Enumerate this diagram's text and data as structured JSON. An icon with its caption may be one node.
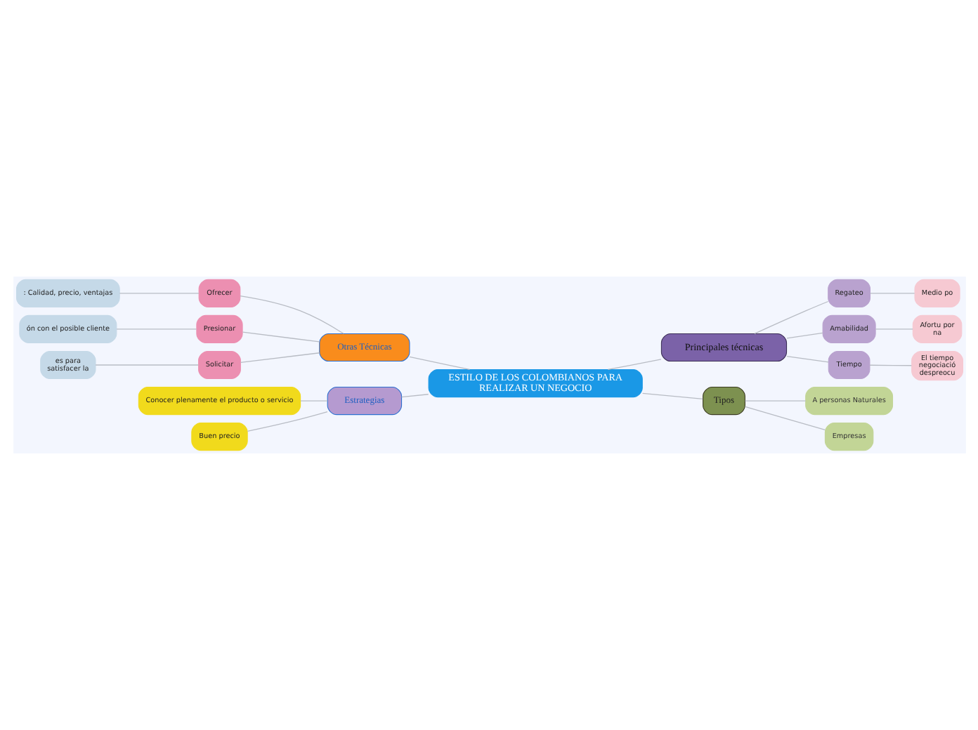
{
  "diagram": {
    "nodes": [
      {
        "text": [
          "ESTILO DE LOS COLOMBIANOS PARA REALIZAR UN NEGOCIO"
        ]
      },
      {
        "text": [
          "Principales técnicas"
        ]
      },
      {
        "text": [
          "Regateo"
        ]
      },
      {
        "text": [
          "Medio po"
        ]
      },
      {
        "text": [
          "Amabilidad"
        ]
      },
      {
        "text": [
          "Afortu por na"
        ]
      },
      {
        "text": [
          "Tiempo"
        ]
      },
      {
        "text": [
          "El tiempo negociació despreocu"
        ]
      },
      {
        "text": [
          "Tipos"
        ]
      },
      {
        "text": [
          "A personas Naturales"
        ]
      },
      {
        "text": [
          "Empresas"
        ]
      },
      {
        "text": [
          "Otras Técnicas"
        ]
      },
      {
        "text": [
          "Ofrecer"
        ]
      },
      {
        "text": [
          ": Calidad, precio, ventajas"
        ]
      },
      {
        "text": [
          "Presionar"
        ]
      },
      {
        "text": [
          "ón con el posible cliente"
        ]
      },
      {
        "text": [
          "Solicitar"
        ]
      },
      {
        "text": [
          "es para satisfacer la"
        ]
      },
      {
        "text": [
          "Estrategias"
        ]
      },
      {
        "text": [
          "Conocer plenamente el producto o servicio"
        ]
      },
      {
        "text": [
          "Buen precio"
        ]
      }
    ],
    "edges": [
      {
        "from": 0,
        "to": 1,
        "arrow": "none"
      },
      {
        "from": 1,
        "to": 2,
        "arrow": "none"
      },
      {
        "from": 2,
        "to": 3,
        "arrow": "none"
      },
      {
        "from": 1,
        "to": 4,
        "arrow": "none"
      },
      {
        "from": 4,
        "to": 5,
        "arrow": "none"
      },
      {
        "from": 1,
        "to": 6,
        "arrow": "none"
      },
      {
        "from": 6,
        "to": 7,
        "arrow": "none"
      },
      {
        "from": 0,
        "to": 8,
        "arrow": "none"
      },
      {
        "from": 8,
        "to": 9,
        "arrow": "none"
      },
      {
        "from": 8,
        "to": 10,
        "arrow": "none"
      },
      {
        "from": 11,
        "to": 0,
        "arrow": "none"
      },
      {
        "from": 12,
        "to": 11,
        "arrow": "none"
      },
      {
        "from": 13,
        "to": 12,
        "arrow": "none"
      },
      {
        "from": 14,
        "to": 11,
        "arrow": "none"
      },
      {
        "from": 15,
        "to": 14,
        "arrow": "none"
      },
      {
        "from": 16,
        "to": 11,
        "arrow": "none"
      },
      {
        "from": 17,
        "to": 16,
        "arrow": "none"
      },
      {
        "from": 18,
        "to": 0,
        "arrow": "none"
      },
      {
        "from": 19,
        "to": 18,
        "arrow": "none"
      },
      {
        "from": 20,
        "to": 18,
        "arrow": "none"
      }
    ]
  }
}
